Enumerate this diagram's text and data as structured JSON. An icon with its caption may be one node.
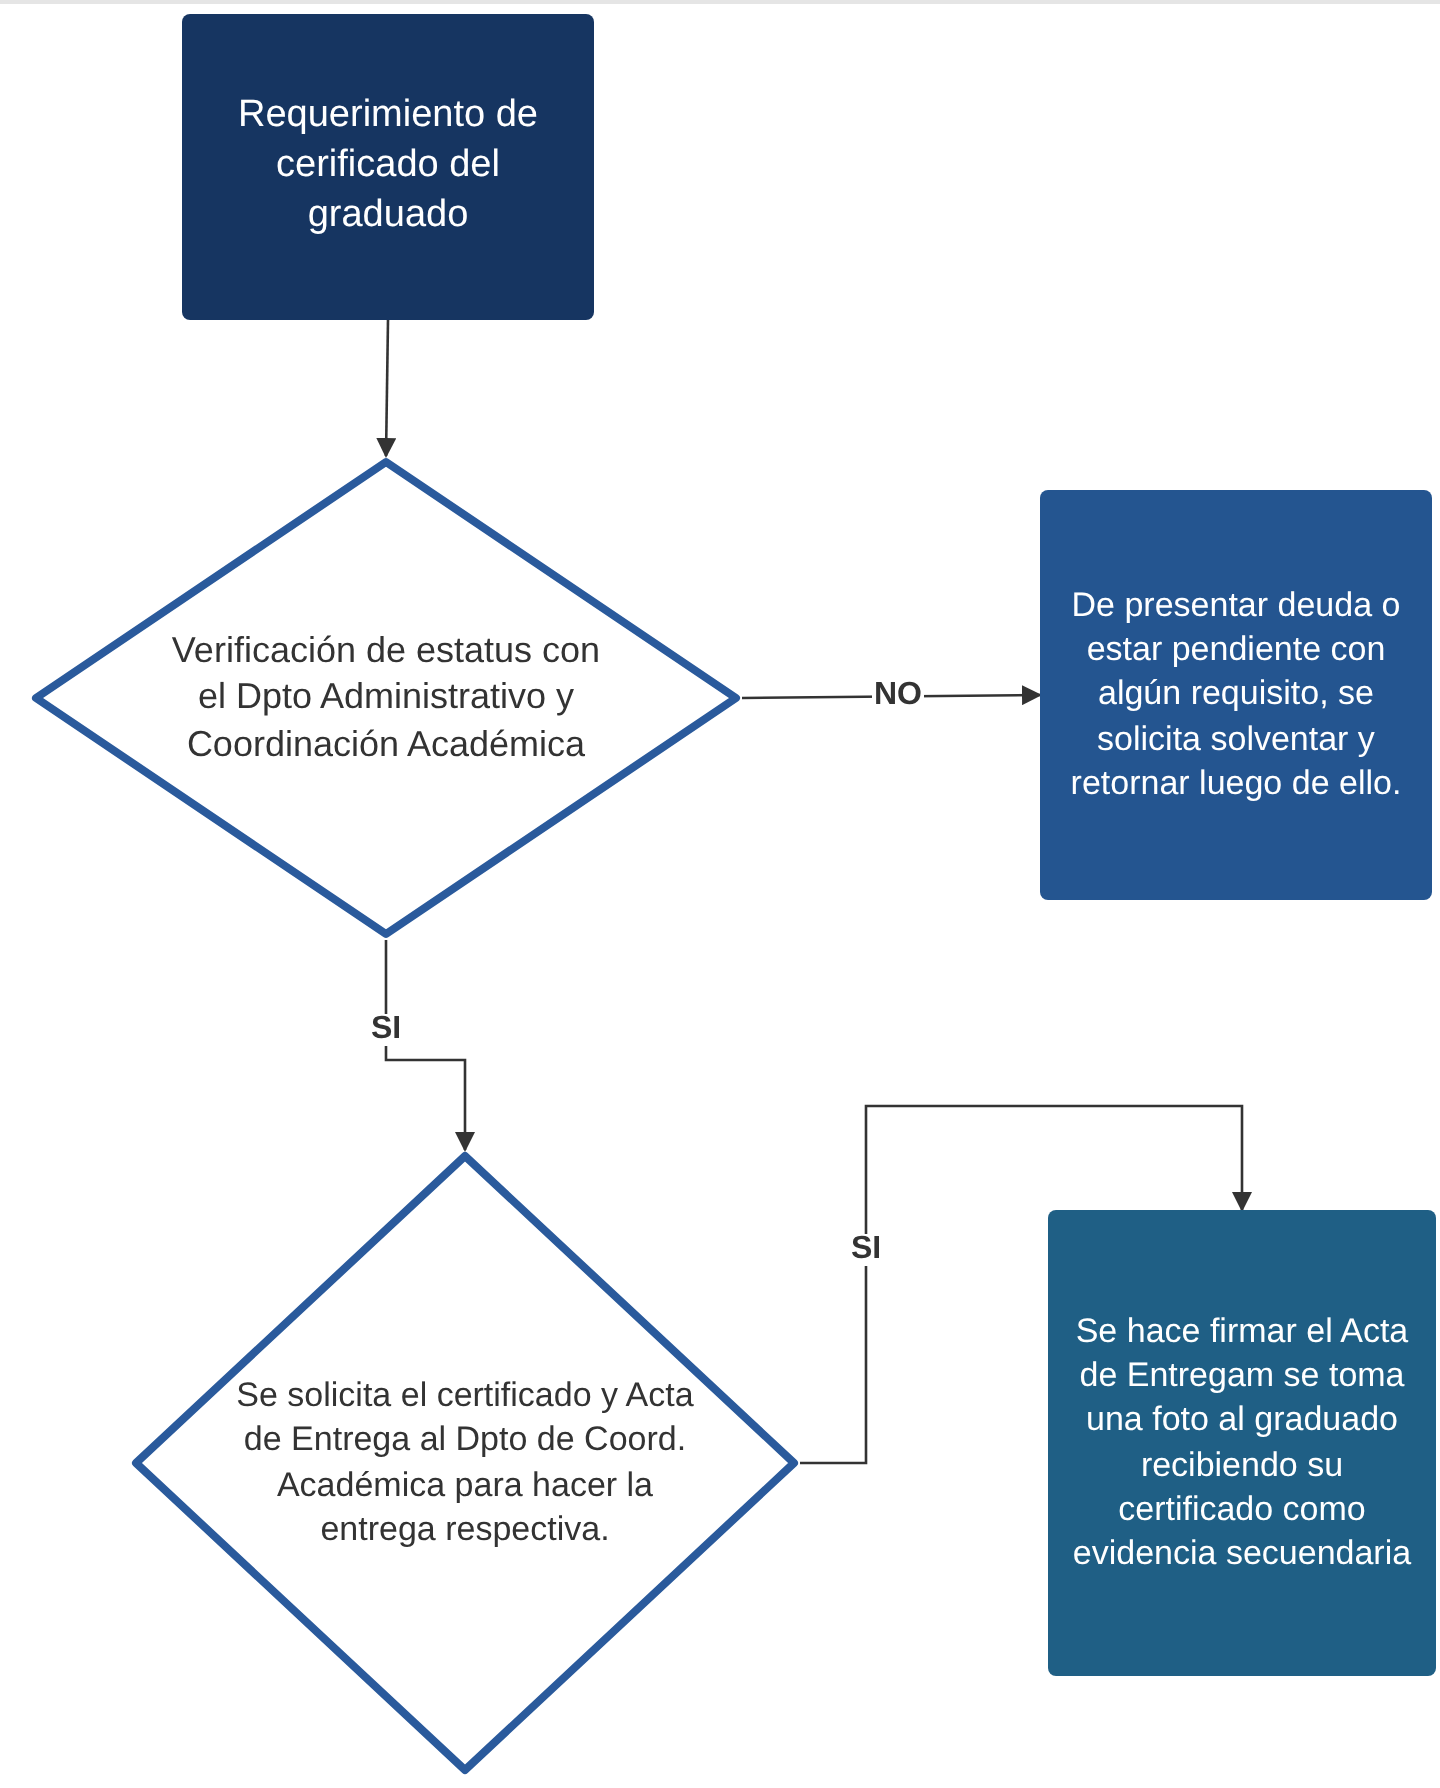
{
  "diagram": {
    "nodes": [
      {
        "text": [
          "Requerimiento de cerificado del graduado"
        ]
      },
      {
        "text": [
          "Verificación de estatus con el Dpto Administrativo y Coordinación Académica"
        ]
      },
      {
        "text": [
          "De presentar deuda o estar pendiente con algún requisito, se solicita solventar y retornar luego de ello."
        ]
      },
      {
        "text": [
          "Se solicita el certificado y Acta de Entrega al Dpto de Coord. Académica para hacer la entrega respectiva."
        ]
      },
      {
        "text": [
          "Se hace firmar el Acta de Entregam se toma una foto al graduado recibiendo su certificado como evidencia secuendaria"
        ]
      }
    ],
    "edges": [
      {
        "from": 0,
        "to": 1,
        "arrow": "to"
      },
      {
        "from": 1,
        "to": 2,
        "arrow": "to",
        "label": "NO"
      },
      {
        "from": 1,
        "to": 3,
        "arrow": "to",
        "label": "SI"
      },
      {
        "from": 3,
        "to": 4,
        "arrow": "to",
        "label": "SI"
      }
    ]
  }
}
